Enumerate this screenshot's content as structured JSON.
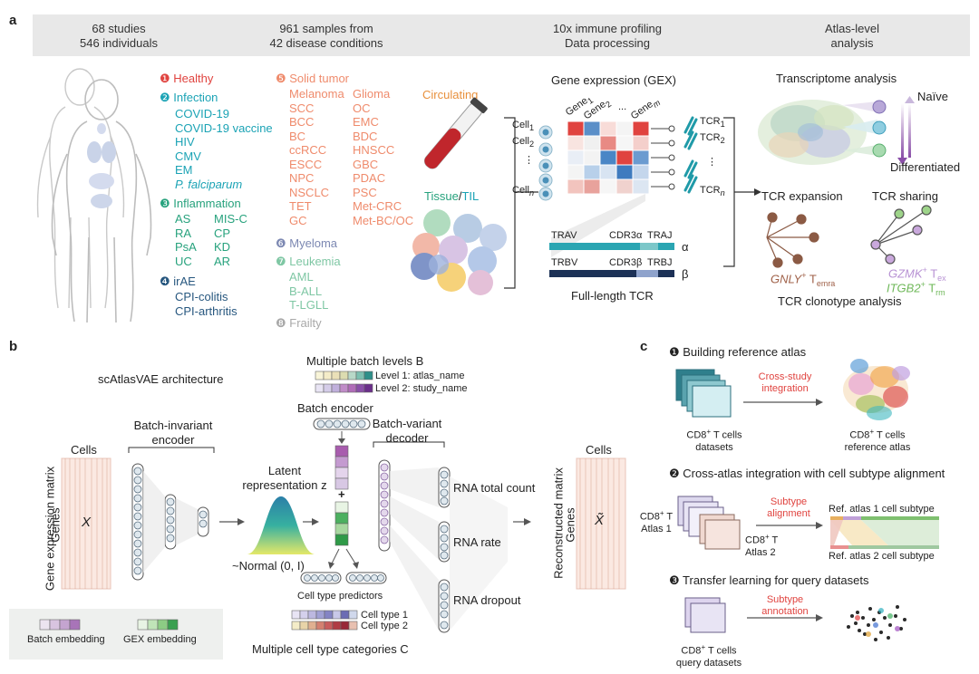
{
  "panel_a": {
    "letter": "a",
    "header": {
      "col1_line1": "68 studies",
      "col1_line2": "546 individuals",
      "col2_line1": "961 samples from",
      "col2_line2": "42 disease conditions",
      "col3_line1": "10x immune profiling",
      "col3_line2": "Data processing",
      "col4_line1": "Atlas-level",
      "col4_line2": "analysis"
    },
    "conditions": {
      "healthy": "❶ Healthy",
      "infection": "❷ Infection",
      "infection_items": [
        "COVID-19",
        "COVID-19 vaccine",
        "HIV",
        "CMV",
        "EM"
      ],
      "infection_italic": "P. falciparum",
      "inflammation": "❸ Inflammation",
      "inflammation_left": [
        "AS",
        "RA",
        "PsA",
        "UC"
      ],
      "inflammation_right": [
        "MIS-C",
        "CP",
        "KD",
        "AR"
      ],
      "irae": "❹ irAE",
      "irae_items": [
        "CPI-colitis",
        "CPI-arthritis"
      ],
      "solid_tumor": "❺ Solid tumor",
      "solid_left": [
        "Melanoma",
        "SCC",
        "BCC",
        "BC",
        "ccRCC",
        "ESCC",
        "NPC",
        "NSCLC",
        "TET",
        "GC"
      ],
      "solid_right": [
        "Glioma",
        "OC",
        "EMC",
        "BDC",
        "HNSCC",
        "GBC",
        "PDAC",
        "PSC",
        "Met-CRC",
        "Met-BC/OC"
      ],
      "myeloma": "❻ Myeloma",
      "leukemia": "❼ Leukemia",
      "leukemia_items": [
        "AML",
        "B-ALL",
        "T-LGLL"
      ],
      "frailty": "❽ Frailty"
    },
    "sample_types": {
      "circulating": "Circulating",
      "tissue": "Tissue",
      "slash": "/",
      "til": "TIL"
    },
    "gex": {
      "title": "Gene expression (GEX)",
      "gene1": "Gene",
      "gene1_sub": "1",
      "gene2": "Gene",
      "gene2_sub": "2",
      "gene_dots": "...",
      "genem": "Gene",
      "genem_sub": "m",
      "cell1": "Cell",
      "cell1_sub": "1",
      "cell2": "Cell",
      "cell2_sub": "2",
      "cell_dots": "⋮",
      "celln": "Cell",
      "celln_sub": "n",
      "tcr1": "TCR",
      "tcr1_sub": "1",
      "tcr2": "TCR",
      "tcr2_sub": "2",
      "tcr_dots": "⋮",
      "tcrn": "TCR",
      "tcrn_sub": "n"
    },
    "tcr": {
      "trav": "TRAV",
      "cdr3a": "CDR3α",
      "traj": "TRAJ",
      "alpha": "α",
      "trbv": "TRBV",
      "cdr3b": "CDR3β",
      "trbj": "TRBJ",
      "beta": "β",
      "caption": "Full-length TCR"
    },
    "analysis": {
      "transcriptome": "Transcriptome analysis",
      "naive": "Naïve",
      "differentiated": "Differentiated",
      "expansion": "TCR expansion",
      "sharing": "TCR sharing",
      "gnly": "GNLY",
      "gnly_sup": "+",
      "temra": " T",
      "temra_sub": "emra",
      "gzmk": "GZMK",
      "gzmk_sup": "+",
      "tex": " T",
      "tex_sub": "ex",
      "itgb2": "ITGB2",
      "itgb2_sup": "+",
      "trm": " T",
      "trm_sub": "rm",
      "clonotype": "TCR clonotype analysis"
    }
  },
  "panel_b": {
    "letter": "b",
    "title": "scAtlasVAE architecture",
    "gex_matrix": "Gene expression matrix",
    "genes": "Genes",
    "cells": "Cells",
    "x": "X",
    "encoder_line1": "Batch-invariant",
    "encoder_line2": "encoder",
    "latent_line1": "Latent",
    "latent_line2": "representation z",
    "normal": "~Normal (0, I)",
    "batch_levels": "Multiple batch levels B",
    "level1": "Level 1: atlas_name",
    "level2": "Level 2: study_name",
    "batch_encoder": "Batch encoder",
    "plus": "+",
    "decoder_line1": "Batch-variant",
    "decoder_line2": "decoder",
    "rna_total": "RNA total count",
    "rna_rate": "RNA rate",
    "rna_dropout": "RNA dropout",
    "reconstructed": "Reconstructed matrix",
    "genes2": "Genes",
    "cells2": "Cells",
    "xhat": "X̃",
    "predictors": "Cell type predictors",
    "celltype1": "Cell type 1",
    "celltype2": "Cell type 2",
    "categories": "Multiple cell type categories C",
    "legend_batch": "Batch embedding",
    "legend_gex": "GEX embedding"
  },
  "panel_c": {
    "letter": "c",
    "step1": "❶ Building reference atlas",
    "s1_arrow_line1": "Cross-study",
    "s1_arrow_line2": "integration",
    "s1_left_line1": "CD8",
    "s1_left_sup": "+",
    "s1_left_line1b": " T cells",
    "s1_left_line2": "datasets",
    "s1_right_line1": "CD8",
    "s1_right_sup": "+",
    "s1_right_line1b": " T cells",
    "s1_right_line2": "reference atlas",
    "step2": "❷ Cross-atlas integration with cell subtype alignment",
    "s2_atlas1_a": "CD8",
    "s2_atlas1_sup": "+",
    "s2_atlas1_b": " T",
    "s2_atlas1_line2": "Atlas 1",
    "s2_atlas2_a": "CD8",
    "s2_atlas2_sup": "+",
    "s2_atlas2_b": " T",
    "s2_atlas2_line2": "Atlas 2",
    "s2_arrow_line1": "Subtype",
    "s2_arrow_line2": "alignment",
    "s2_ref1": "Ref. atlas 1 cell subtype",
    "s2_ref2": "Ref. atlas 2 cell subtype",
    "step3": "❸ Transfer learning for query datasets",
    "s3_arrow_line1": "Subtype",
    "s3_arrow_line2": "annotation",
    "s3_left_line1": "CD8",
    "s3_left_sup": "+",
    "s3_left_line1b": " T cells",
    "s3_left_line2": "query datasets"
  },
  "colors": {
    "healthy": "#e0433f",
    "infection": "#1ba3b5",
    "inflammation": "#27a27d",
    "irae": "#27577f",
    "solid_tumor": "#ef8b6c",
    "myeloma": "#7c88b2",
    "leukemia": "#7fc7a4",
    "frailty": "#a8a8a8",
    "accent_red": "#e0433f"
  }
}
